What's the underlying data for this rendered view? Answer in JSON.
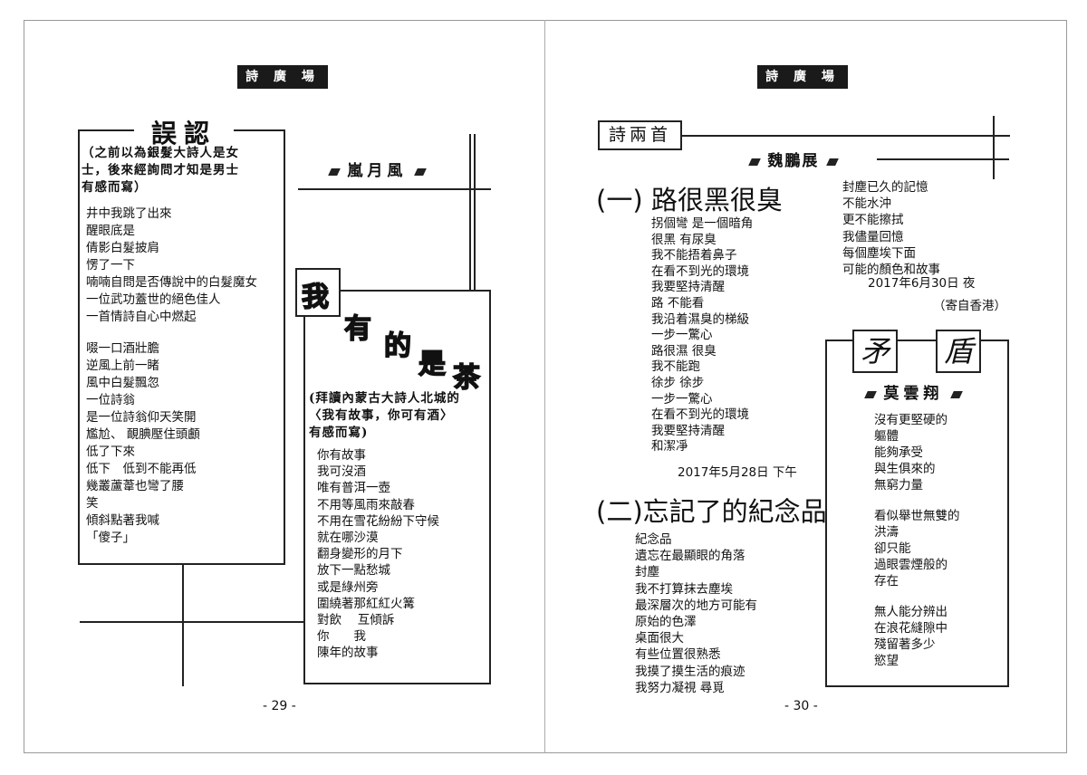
{
  "header_label": "詩 廣 場",
  "left_page": {
    "page_number": "- 29 -",
    "poem1": {
      "title": "誤認",
      "intro": [
        "（之前以為銀髮大詩人是女",
        "士，後來經詢問才知是男士",
        "有感而寫）"
      ],
      "stanzas": [
        [
          "井中我跳了出來",
          "醒眼底是",
          "倩影白髮披肩",
          "愣了一下",
          "喃喃自問是否傳說中的白髮魔女",
          "一位武功蓋世的絕色佳人",
          "一首情詩自心中燃起"
        ],
        [
          "啜一口酒壯膽",
          "逆風上前一睹",
          "風中白髮飄忽",
          "一位詩翁",
          "是一位詩翁仰天笑開",
          "尷尬、 靦腆壓住頭顱",
          "低了下來",
          "低下　低到不能再低",
          "幾叢蘆葦也彎了腰",
          "笑",
          "傾斜點著我喊",
          "「傻子」"
        ]
      ]
    },
    "author": "嵐月風",
    "poem2": {
      "title_chars": [
        "我",
        "有",
        "的",
        "是",
        "茶"
      ],
      "intro": [
        "(拜讀內蒙古大詩人北城的",
        "〈我有故事，你可有酒〉",
        "有感而寫)"
      ],
      "lines": [
        "你有故事",
        "我可沒酒",
        "唯有普洱一壺",
        "不用等風雨來敲春",
        "不用在雪花紛紛下守候",
        "就在哪沙漠",
        "翻身變形的月下",
        "放下一點愁城",
        "或是綠州旁",
        "圍繞著那紅紅火篝",
        "對飲　 互傾訴",
        "你　　我",
        "陳年的故事"
      ]
    }
  },
  "right_page": {
    "page_number": "- 30 -",
    "section_title": "詩兩首",
    "author": "魏鵬展",
    "poem1": {
      "title": "(一) 路很黑很臭",
      "lines": [
        "拐個彎 是一個暗角",
        "很黑 有尿臭",
        "我不能捂着鼻子",
        "在看不到光的環境",
        "我要堅持清醒",
        "路 不能看",
        "我沿着濕臭的梯級",
        "一步一驚心",
        "路很濕 很臭",
        "我不能跑",
        "徐步 徐步",
        "一步一驚心",
        "在看不到光的環境",
        "我要堅持清醒",
        "和潔凈"
      ],
      "date": "2017年5月28日 下午"
    },
    "poem2": {
      "title": "(二)忘記了的紀念品",
      "lines": [
        "紀念品",
        "遺忘在最顯眼的角落",
        "封塵",
        "我不打算抹去塵埃",
        "最深層次的地方可能有",
        "原始的色澤",
        "桌面很大",
        "有些位置很熟悉",
        "我摸了摸生活的痕迹",
        "我努力凝視 尋覓"
      ],
      "lines_cont": [
        "封塵已久的記憶",
        "不能水沖",
        "更不能擦拭",
        "我儘量回憶",
        "每個塵埃下面",
        "可能的顏色和故事"
      ],
      "date": "2017年6月30日 夜",
      "source": "（寄自香港）"
    },
    "poem3": {
      "title_chars": [
        "矛",
        "盾"
      ],
      "author": "莫雲翔",
      "stanzas": [
        [
          "沒有更堅硬的",
          "軀體",
          "能夠承受",
          "與生俱來的",
          "無窮力量"
        ],
        [
          "看似舉世無雙的",
          "洪濤",
          "卻只能",
          "過眼雲煙般的",
          "存在"
        ],
        [
          "無人能分辨出",
          "在浪花縫隙中",
          "殘留著多少",
          "慾望"
        ]
      ]
    }
  }
}
